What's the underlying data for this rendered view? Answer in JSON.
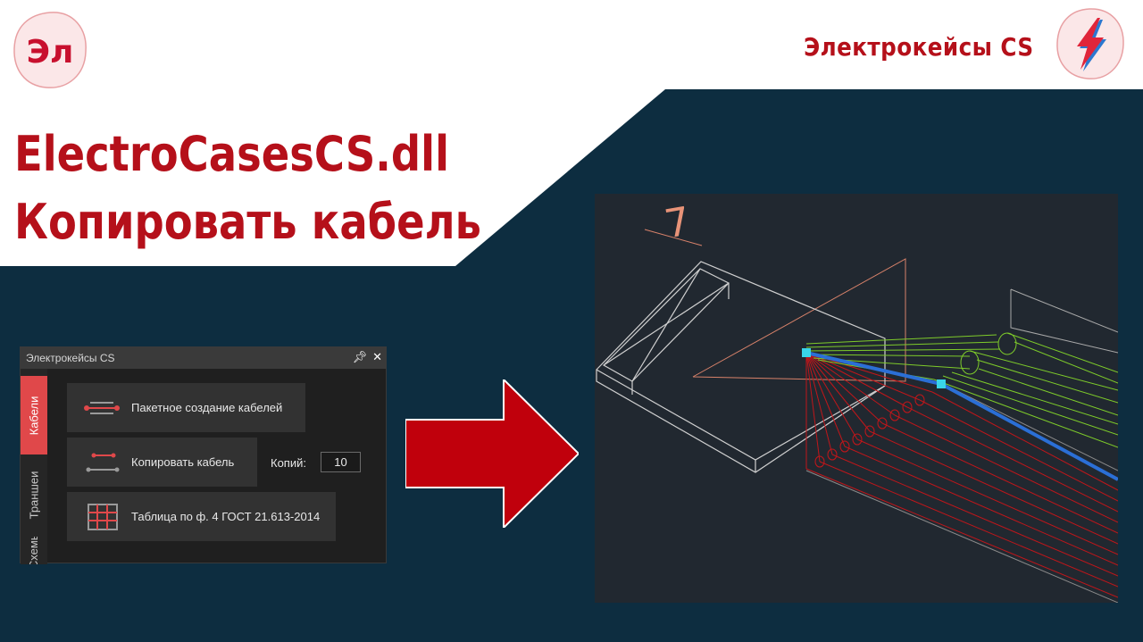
{
  "brand": {
    "logo_left_text": "Эл",
    "name": "Электрокейсы CS",
    "accent": "#b5101a"
  },
  "headline": {
    "line1": "ElectroCasesCS.dll",
    "line2": "Копировать кабель"
  },
  "panel": {
    "title": "Электрокейсы CS",
    "pin_icon": "pin-icon",
    "close_icon": "close-icon",
    "tabs": [
      {
        "label": "Кабели",
        "active": true
      },
      {
        "label": "Траншеи",
        "active": false
      },
      {
        "label": "Схемы",
        "active": false
      }
    ],
    "buttons": {
      "batch_create": "Пакетное создание кабелей",
      "copy_cable": "Копировать кабель",
      "table": "Таблица по ф. 4 ГОСТ 21.613-2014"
    },
    "copies_label": "Копий:",
    "copies_value": "10"
  },
  "cad": {
    "background": "#212830",
    "annotation_number": "7"
  }
}
